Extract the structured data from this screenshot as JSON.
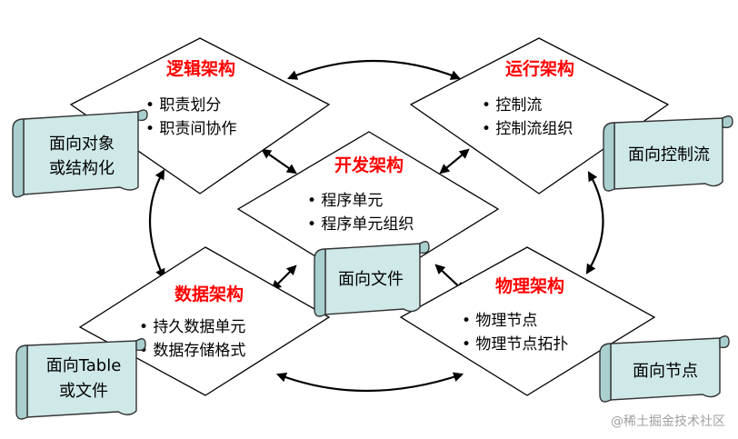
{
  "diagram": {
    "logical": {
      "title": "逻辑架构",
      "bullets": [
        "• 职责划分",
        "• 职责间协作"
      ],
      "scroll": [
        "面向对象",
        "或结构化"
      ]
    },
    "runtime": {
      "title": "运行架构",
      "bullets": [
        "• 控制流",
        "• 控制流组织"
      ],
      "scroll": [
        "面向控制流"
      ]
    },
    "development": {
      "title": "开发架构",
      "bullets": [
        "• 程序单元",
        "• 程序单元组织"
      ],
      "scroll": [
        "面向文件"
      ]
    },
    "data": {
      "title": "数据架构",
      "bullets": [
        "• 持久数据单元",
        "• 数据存储格式"
      ],
      "scroll": [
        "面向Table",
        "或文件"
      ]
    },
    "physical": {
      "title": "物理架构",
      "bullets": [
        "• 物理节点",
        "• 物理节点拓扑"
      ],
      "scroll": [
        "面向节点"
      ]
    }
  },
  "watermark": "@稀土掘金技术社区",
  "colors": {
    "title": "#ff0000",
    "scroll_fill": "#cfe8e8",
    "scroll_curl": "#a9cfcf",
    "arrow": "#000000"
  }
}
